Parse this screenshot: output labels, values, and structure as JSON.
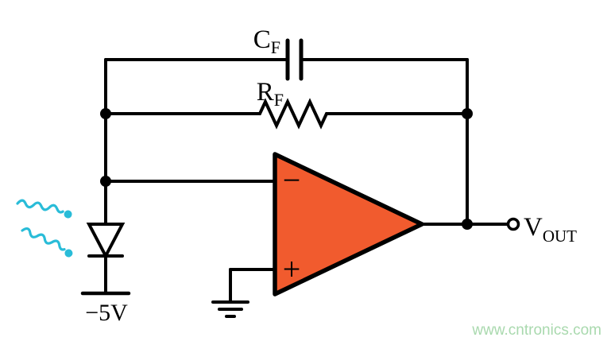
{
  "diagram": {
    "title": "photodiode-transimpedance-amplifier",
    "labels": {
      "cf_main": "C",
      "cf_sub": "F",
      "rf_main": "R",
      "rf_sub": "F",
      "vout_main": "V",
      "vout_sub": "OUT",
      "supply": "−5V",
      "opamp_minus": "−",
      "opamp_plus": "+"
    },
    "watermark": "www.cntronics.com",
    "colors": {
      "opamp_fill": "#F15B2E",
      "wire": "#000000",
      "light_ray": "#29BCD8",
      "watermark": "#A9D9AE",
      "background": "#FFFFFF"
    }
  }
}
